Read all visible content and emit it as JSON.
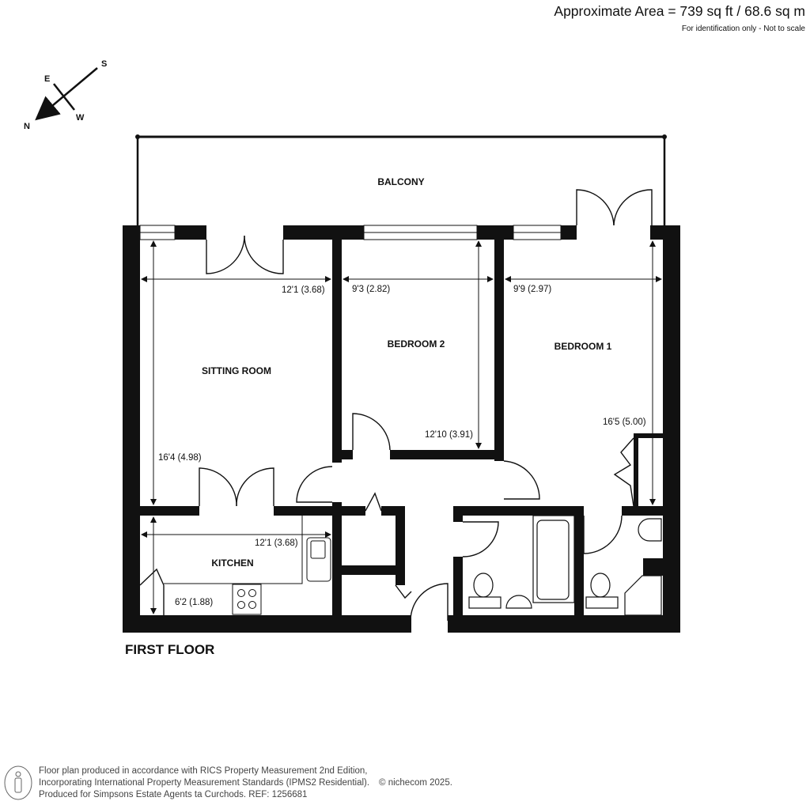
{
  "header": {
    "area": "Approximate Area = 739 sq ft / 68.6 sq m",
    "note": "For identification only - Not to scale"
  },
  "compass": {
    "north": "N",
    "south": "S",
    "east": "E",
    "west": "W"
  },
  "rooms": {
    "balcony": "BALCONY",
    "sitting_room": "SITTING ROOM",
    "bedroom2": "BEDROOM 2",
    "bedroom1": "BEDROOM 1",
    "kitchen": "KITCHEN"
  },
  "dimensions": {
    "sitting_width": "12'1 (3.68)",
    "sitting_length": "16'4 (4.98)",
    "bedroom2_width": "9'3 (2.82)",
    "bedroom2_length": "12'10 (3.91)",
    "bedroom1_width": "9'9 (2.97)",
    "bedroom1_length": "16'5 (5.00)",
    "kitchen_width": "12'1 (3.68)",
    "kitchen_length": "6'2 (1.88)"
  },
  "floor_title": "FIRST FLOOR",
  "footer": {
    "line1": "Floor plan produced in accordance with RICS Property Measurement 2nd Edition,",
    "line2": "Incorporating International Property Measurement Standards (IPMS2 Residential).",
    "copyright": "© nichecom 2025.",
    "line3": "Produced for Simpsons Estate Agents ta Curchods.   REF: 1256681"
  }
}
